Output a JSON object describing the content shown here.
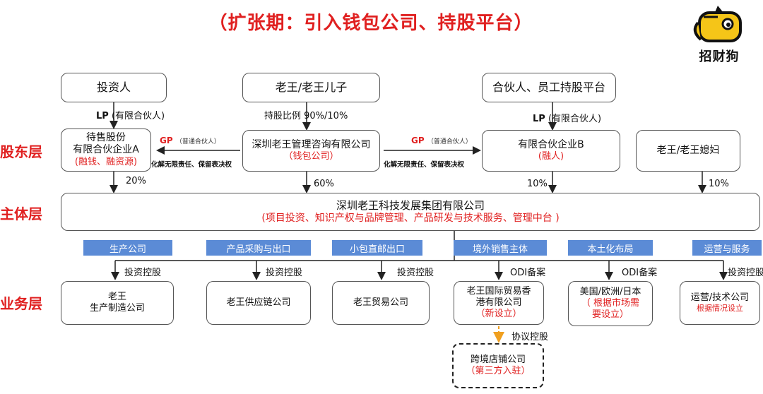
{
  "title": "（扩张期：引入钱包公司、持股平台）",
  "logo": {
    "text": "招财狗",
    "icon": "dog-mascot-icon"
  },
  "layers": {
    "shareholder": "股东层",
    "entity": "主体层",
    "business": "业务层"
  },
  "top_boxes": {
    "investor": "投资人",
    "founder": "老王/老王儿子",
    "partner_platform": "合伙人、员工持股平台"
  },
  "edge_labels": {
    "lp_left": "LP",
    "lp_left_note": "(有限合伙人)",
    "hold_ratio": "持股比例 90%/10%",
    "lp_right": "LP",
    "lp_right_note": "(有限合伙人)"
  },
  "shareholders": {
    "fund_a_line1": "待售股份",
    "fund_a_line2": "有限合伙企业A",
    "fund_a_red": "(融钱、融资源)",
    "wallet_line1": "深圳老王管理咨询有限公司",
    "wallet_red": "（钱包公司）",
    "fund_b_line1": "有限合伙企业B",
    "fund_b_red": "(融人)",
    "spouse": "老王/老王媳妇"
  },
  "gp_left": {
    "label": "GP",
    "note": "（普通合伙人）",
    "desc": "化解无限责任、保留表决权"
  },
  "gp_right": {
    "label": "GP",
    "note": "（普通合伙人）",
    "desc": "化解无限责任、保留表决权"
  },
  "percents": {
    "a": "20%",
    "wallet": "60%",
    "b": "10%",
    "spouse": "10%"
  },
  "group": {
    "name": "深圳老王科技发展集团有限公司",
    "functions": "(项目投资、知识产权与品牌管理、产品研发与技术服务、管理中台 )"
  },
  "tags": [
    "生产公司",
    "产品采购与出口",
    "小包直邮出口",
    "境外销售主体",
    "本土化布局",
    "运营与服务"
  ],
  "branch_labels": [
    "投资控股",
    "投资控股",
    "投资控股",
    "ODI备案",
    "ODI备案",
    "投资控股"
  ],
  "subsidiaries": {
    "s1_line1": "老王",
    "s1_line2": "生产制造公司",
    "s2": "老王供应链公司",
    "s3": "老王贸易公司",
    "s4_line1": "老王国际贸易香",
    "s4_line2": "港有限公司",
    "s4_red": "（新设立）",
    "s5_line1": "美国/欧洲/日本",
    "s5_red1": "（ 根据市场需",
    "s5_red2": "要设立）",
    "s6_line1": "运营/技术公司",
    "s6_red": "根据情况设立"
  },
  "agreement_label": "协议控股",
  "cross_border": {
    "line1": "跨境店铺公司",
    "red": "（第三方入驻）"
  },
  "colors": {
    "accent_red": "#e02020",
    "tag_blue": "#5b8bd6",
    "dashed_arrow": "#f0a020"
  }
}
